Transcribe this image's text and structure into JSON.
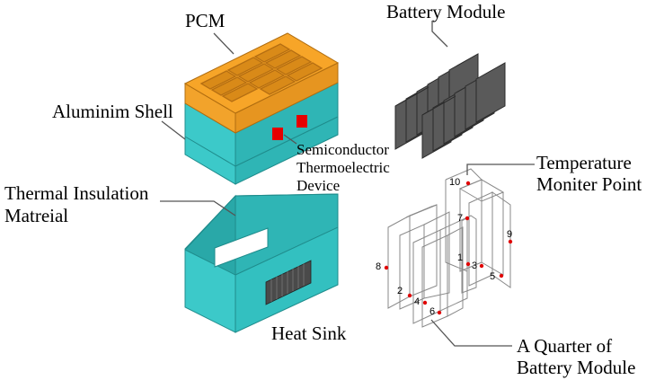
{
  "labels": {
    "pcm": "PCM",
    "battery_module": "Battery Module",
    "aluminim_shell": "Aluminim Shell",
    "semiconductor_line1": "Semiconductor",
    "semiconductor_line2": "Thermoelectric",
    "semiconductor_line3": "Device",
    "thermal_insulation_line1": "Thermal Insulation",
    "thermal_insulation_line2": "Matreial",
    "heat_sink": "Heat Sink",
    "temperature_line1": "Temperature",
    "temperature_line2": "Moniter Point",
    "quarter_line1": "A Quarter of",
    "quarter_line2": "Battery Module"
  },
  "monitor_points": [
    "1",
    "2",
    "3",
    "4",
    "5",
    "6",
    "7",
    "8",
    "9",
    "10"
  ],
  "colors": {
    "pcm_orange": "#f5a01e",
    "pcm_grid": "#c07010",
    "shell_teal": "#33c6c6",
    "shell_teal_dark": "#239a9a",
    "tec_red": "#e60000",
    "battery_gray": "#555555",
    "heat_sink_gray": "#444444",
    "point_red": "#e00000",
    "outline_gray": "#9a9a9a"
  }
}
